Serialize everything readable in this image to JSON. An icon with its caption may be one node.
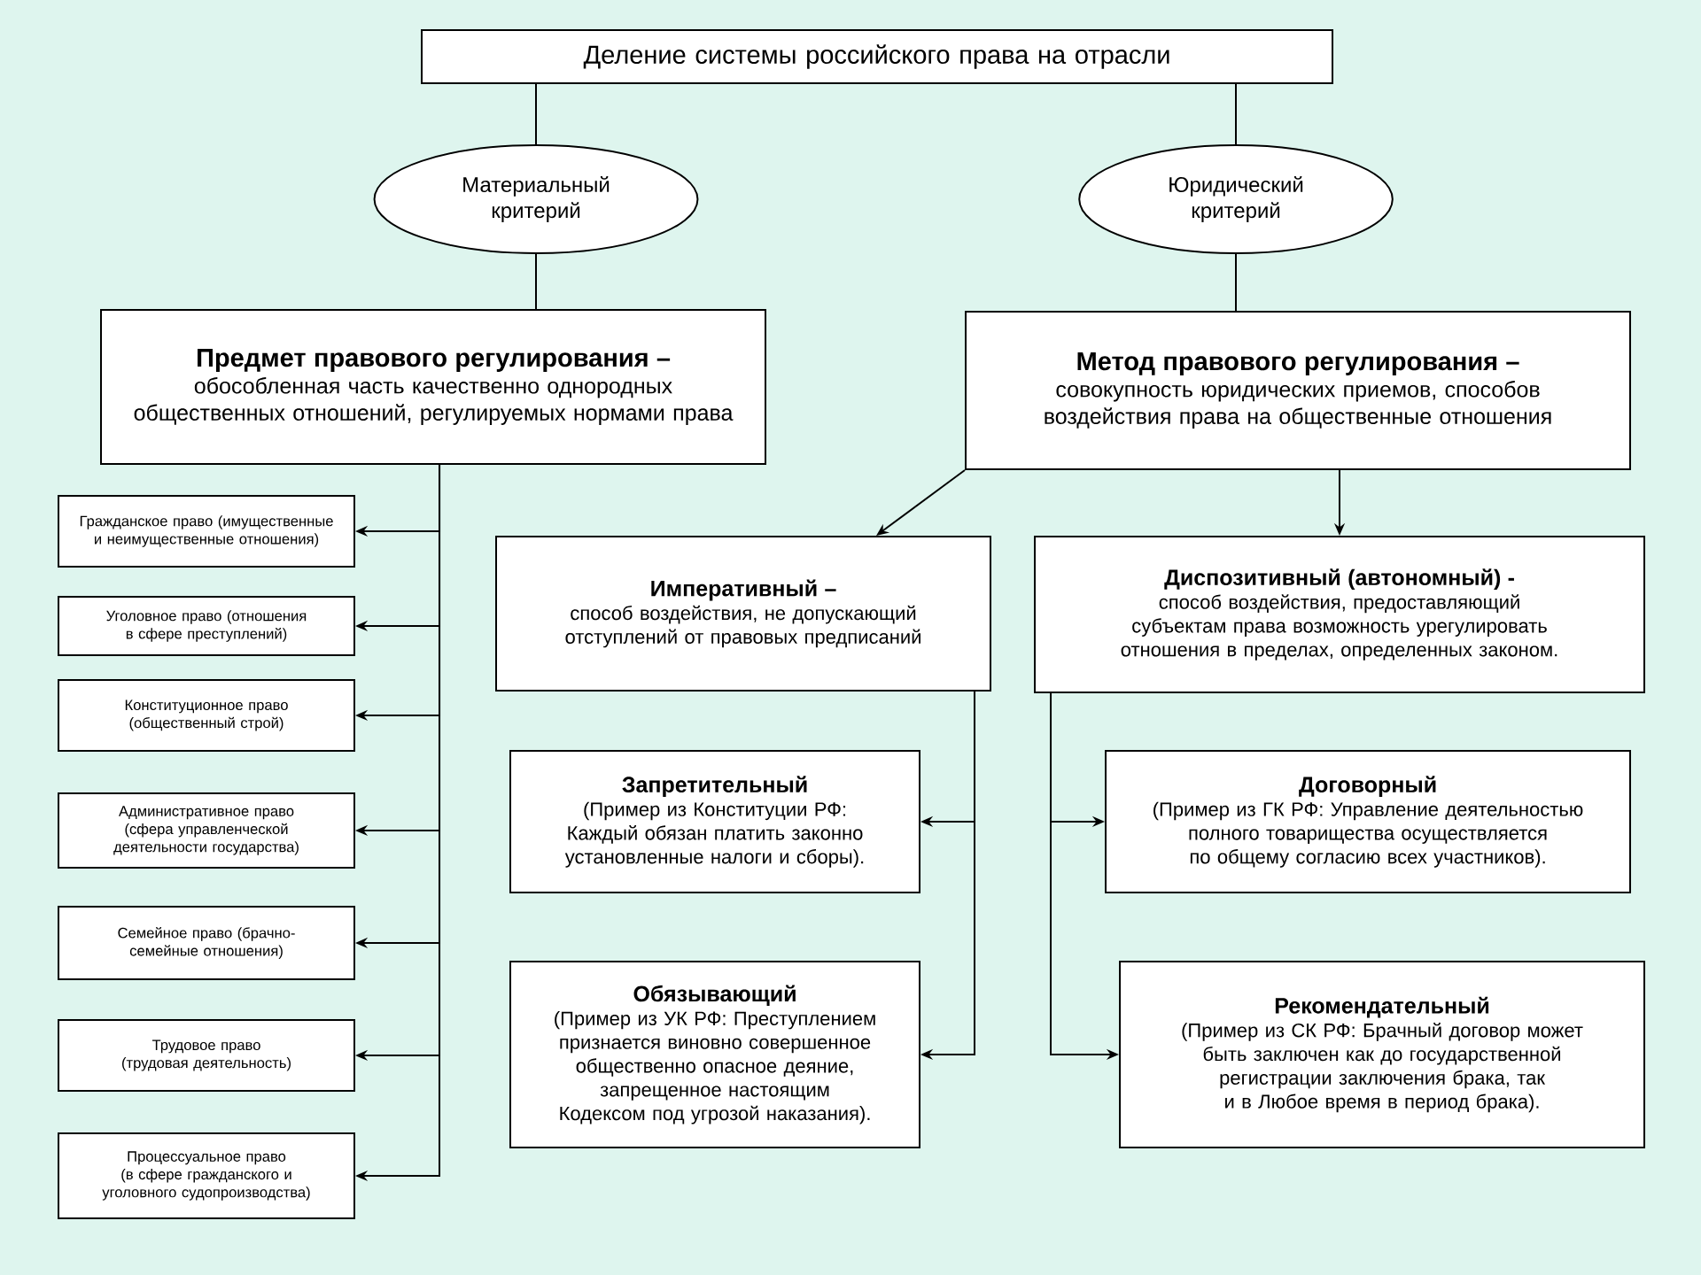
{
  "diagram": {
    "nodes": [
      {
        "text": [
          "Деление системы российского права на отрасли"
        ]
      },
      {
        "text": [
          "Материальный критерий"
        ]
      },
      {
        "text": [
          "Юридический критерий"
        ]
      },
      {
        "text": [
          "Предмет правового регулирования –",
          "обособленная часть качественно однородных общественных отношений, регулируемых нормами права"
        ]
      },
      {
        "text": [
          "Метод правового регулирования –",
          "совокупность юридических приемов, способов воздействия права на общественные отношения"
        ]
      },
      {
        "text": [
          "Гражданское право (имущественные и неимущественные отношения)"
        ]
      },
      {
        "text": [
          "Уголовное право (отношения в сфере преступлений)"
        ]
      },
      {
        "text": [
          "Конституционное право (общественный строй)"
        ]
      },
      {
        "text": [
          "Административное право (сфера управленческой деятельности государства)"
        ]
      },
      {
        "text": [
          "Семейное право (брачно-семейные отношения)"
        ]
      },
      {
        "text": [
          "Трудовое право (трудовая деятельность)"
        ]
      },
      {
        "text": [
          "Процессуальное право (в сфере гражданского и уголовного судопроизводства)"
        ]
      },
      {
        "text": [
          "Императивный –",
          "способ воздействия, не допускающий отступлений от правовых предписаний"
        ]
      },
      {
        "text": [
          "Диспозитивный (автономный) -",
          "способ воздействия, предоставляющий субъектам права возможность урегулировать отношения в пределах, определенных законом."
        ]
      },
      {
        "text": [
          "Запретительный",
          "(Пример из Конституции РФ: Каждый обязан платить законно установленные налоги и сборы)."
        ]
      },
      {
        "text": [
          "Обязывающий",
          "(Пример из УК РФ: Преступлением признается виновно совершенное общественно опасное деяние, запрещенное настоящим Кодексом под угрозой наказания)."
        ]
      },
      {
        "text": [
          "Договорный",
          "(Пример из ГК РФ: Управление деятельностью полного товарищества осуществляется по общему согласию всех участников)."
        ]
      },
      {
        "text": [
          "Рекомендательный",
          "(Пример из СК РФ: Брачный договор может быть заключен как до государственной регистрации заключения брака, так и в Любое время в период брака)."
        ]
      }
    ],
    "edges": [
      {
        "from": 0,
        "to": 1,
        "arrow": "none"
      },
      {
        "from": 0,
        "to": 2,
        "arrow": "none"
      },
      {
        "from": 1,
        "to": 3,
        "arrow": "none"
      },
      {
        "from": 2,
        "to": 4,
        "arrow": "none"
      },
      {
        "from": 3,
        "to": 5,
        "arrow": "to"
      },
      {
        "from": 3,
        "to": 6,
        "arrow": "to"
      },
      {
        "from": 3,
        "to": 7,
        "arrow": "to"
      },
      {
        "from": 3,
        "to": 8,
        "arrow": "to"
      },
      {
        "from": 3,
        "to": 9,
        "arrow": "to"
      },
      {
        "from": 3,
        "to": 10,
        "arrow": "to"
      },
      {
        "from": 3,
        "to": 11,
        "arrow": "to"
      },
      {
        "from": 4,
        "to": 12,
        "arrow": "to"
      },
      {
        "from": 4,
        "to": 13,
        "arrow": "to"
      },
      {
        "from": 12,
        "to": 14,
        "arrow": "to"
      },
      {
        "from": 12,
        "to": 15,
        "arrow": "to"
      },
      {
        "from": 13,
        "to": 16,
        "arrow": "to"
      },
      {
        "from": 13,
        "to": 17,
        "arrow": "to"
      }
    ]
  }
}
